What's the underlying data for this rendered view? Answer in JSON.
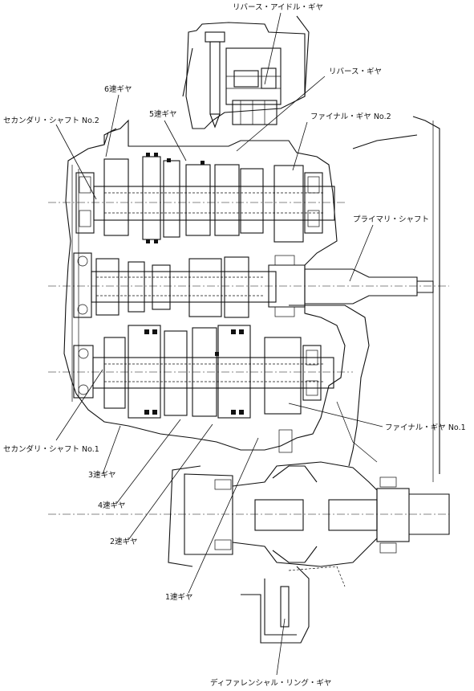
{
  "labels": {
    "reverse_idle_gear": "リバース・アイドル・ギヤ",
    "reverse_gear": "リバース・ギヤ",
    "sixth_gear": "6速ギヤ",
    "fifth_gear": "5速ギヤ",
    "secondary_shaft_no2": "セカンダリ・シャフト No.2",
    "final_gear_no2": "ファイナル・ギヤ No.2",
    "primary_shaft": "プライマリ・シャフト",
    "final_gear_no1": "ファイナル・ギヤ No.1",
    "secondary_shaft_no1": "セカンダリ・シャフト No.1",
    "third_gear": "3速ギヤ",
    "fourth_gear": "4速ギヤ",
    "second_gear": "2速ギヤ",
    "first_gear": "1速ギヤ",
    "diff_ring_gear": "ディファレンシャル・リング・ギヤ"
  }
}
